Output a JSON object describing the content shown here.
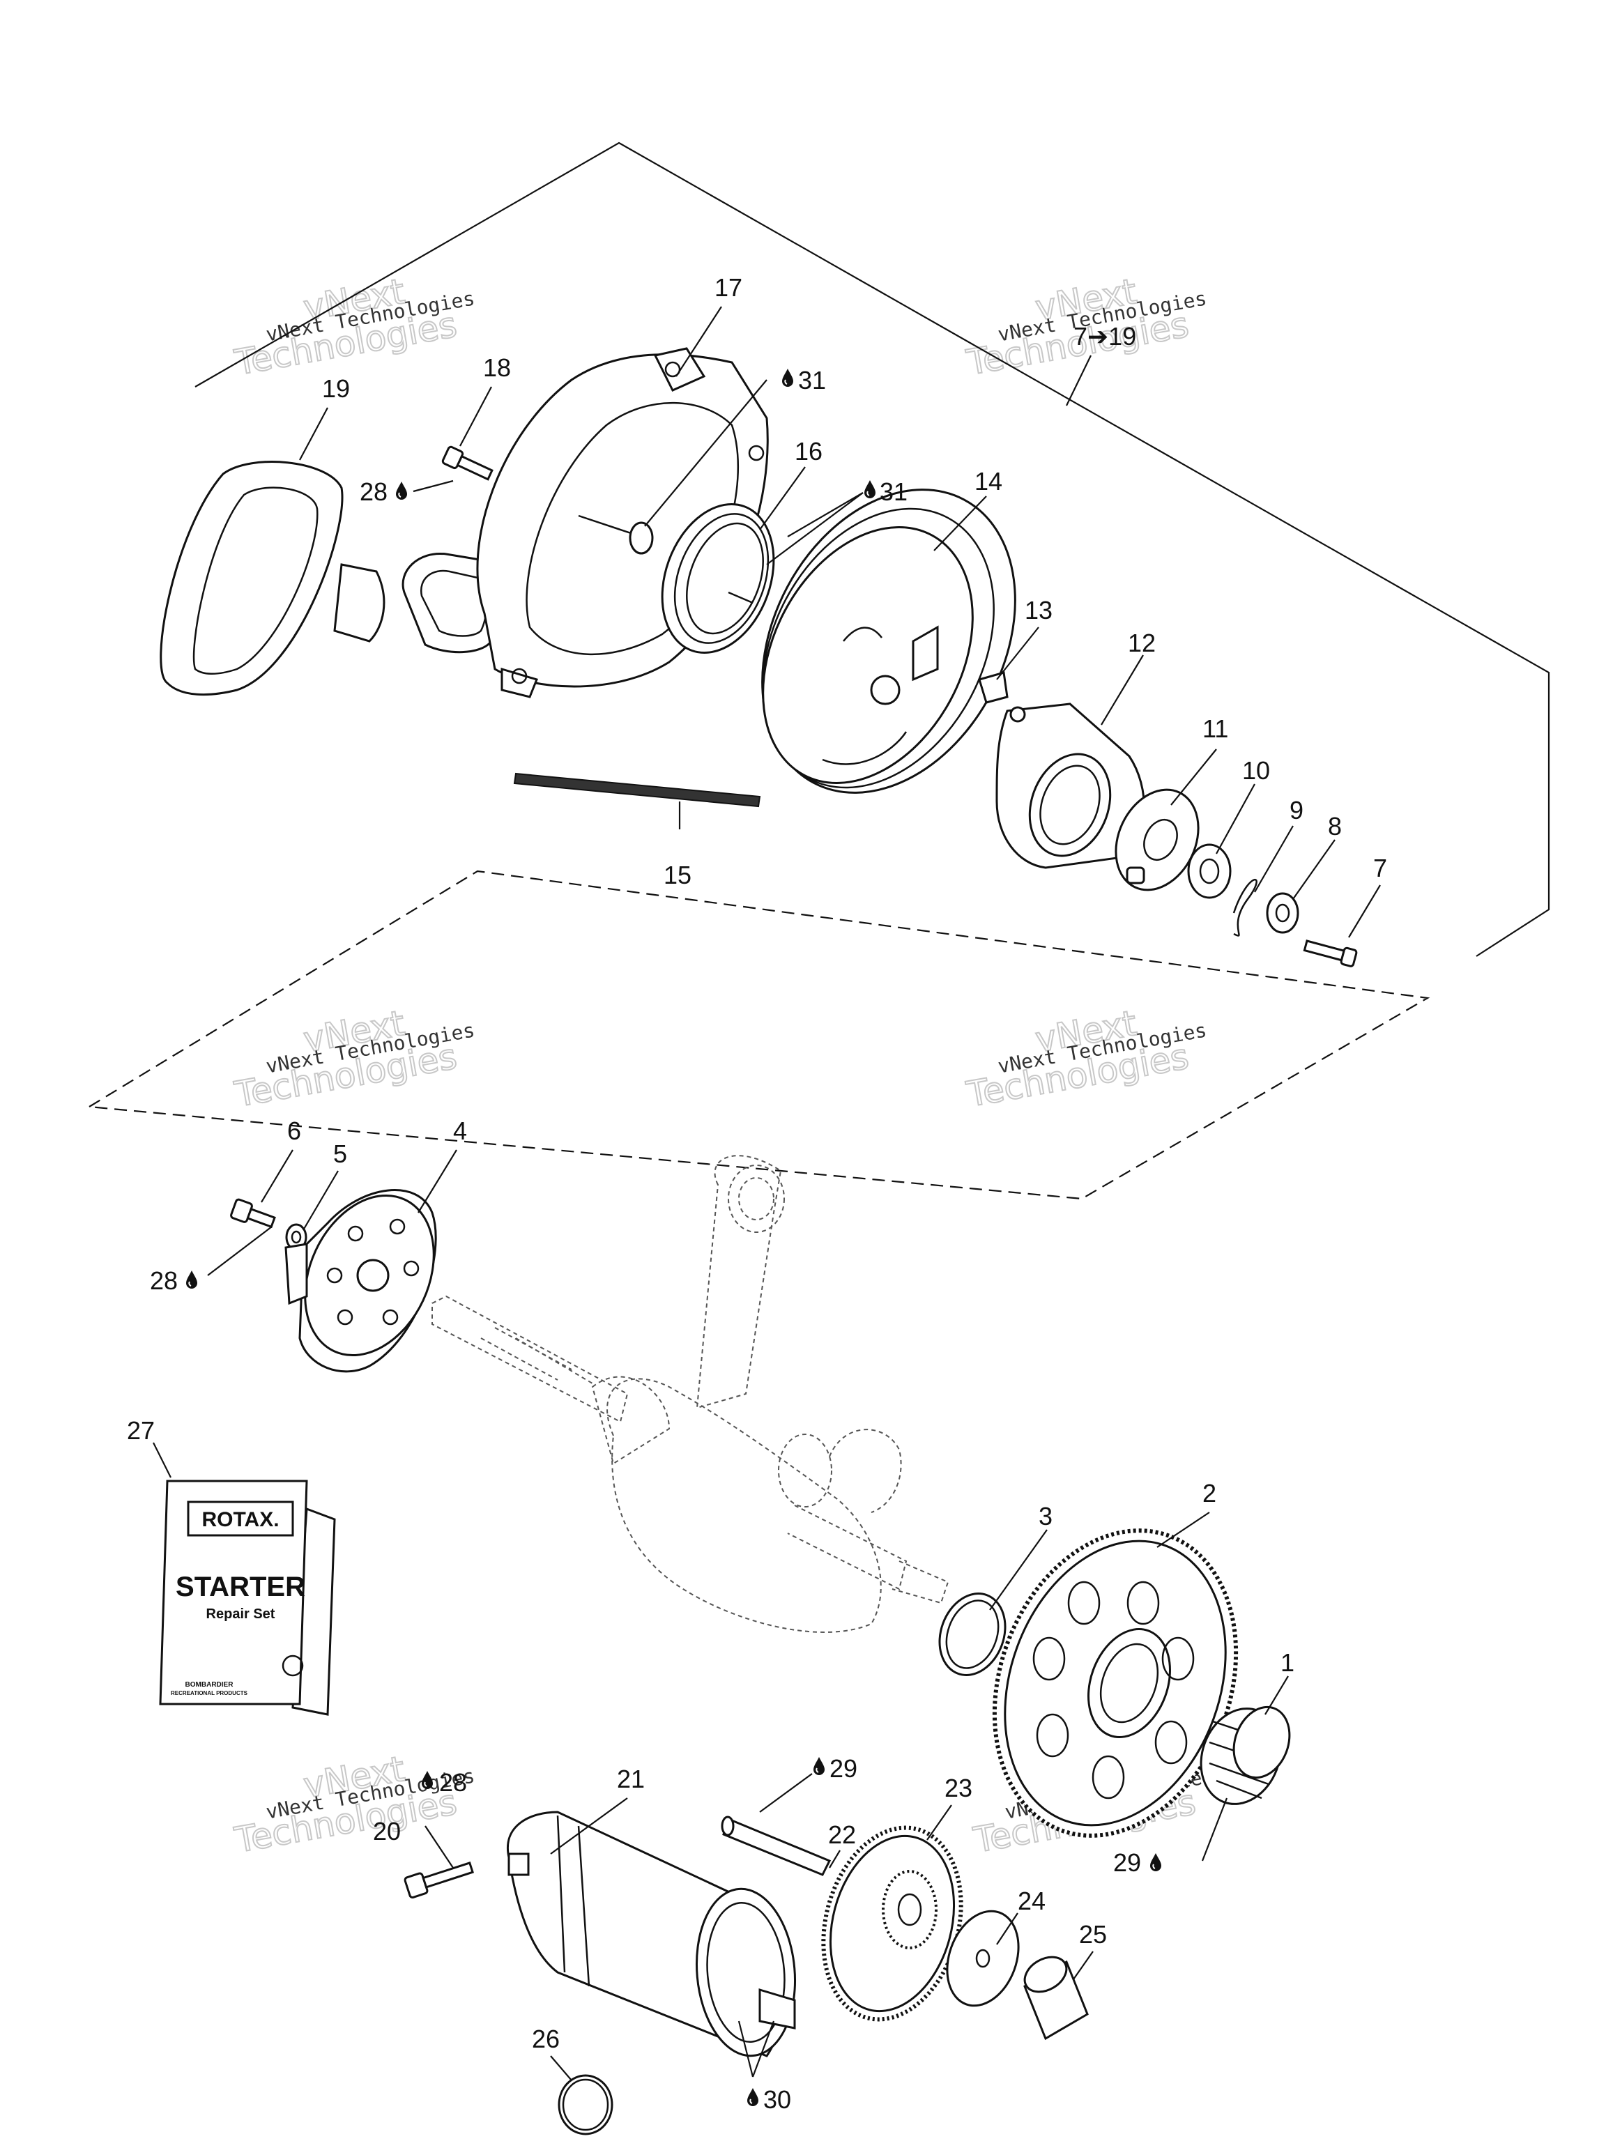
{
  "watermarks": [
    {
      "line1": "vNext",
      "line2": "Technologies",
      "small": "vNext Technologies"
    },
    {
      "line1": "vNext",
      "line2": "Technologies",
      "small": "vNext Technologies"
    },
    {
      "line1": "vNext",
      "line2": "Technologies",
      "small": "vNext Technologies"
    },
    {
      "line1": "vNext",
      "line2": "Technologies",
      "small": "vNext Technologies"
    },
    {
      "line1": "vNext",
      "line2": "Technologies",
      "small": "vNext Technologies"
    },
    {
      "line1": "vNext",
      "line2": "Technologies",
      "small": "vNext Technologies"
    }
  ],
  "callouts": {
    "c1": "1",
    "c2": "2",
    "c3": "3",
    "c4": "4",
    "c5": "5",
    "c6": "6",
    "c7": "7",
    "c8": "8",
    "c9": "9",
    "c10": "10",
    "c11": "11",
    "c12": "12",
    "c13": "13",
    "c14": "14",
    "c15": "15",
    "c16": "16",
    "c17": "17",
    "c18": "18",
    "c19": "19",
    "c20": "20",
    "c21": "21",
    "c22": "22",
    "c23": "23",
    "c24": "24",
    "c25": "25",
    "c26": "26",
    "c27": "27",
    "c28a": "28",
    "c28b": "28",
    "c28c": "28",
    "c29a": "29",
    "c29b": "29",
    "c30": "30",
    "c31a": "31",
    "c31b": "31",
    "c7to19": "7➔19"
  },
  "repair_book": {
    "brand": "ROTAX.",
    "title": "STARTER",
    "subtitle": "Repair Set",
    "footer1": "BOMBARDIER",
    "footer2": "RECREATIONAL PRODUCTS"
  },
  "icons": {
    "lubricant": "oil-drop-icon",
    "kit_range": "arrow-right-icon"
  }
}
